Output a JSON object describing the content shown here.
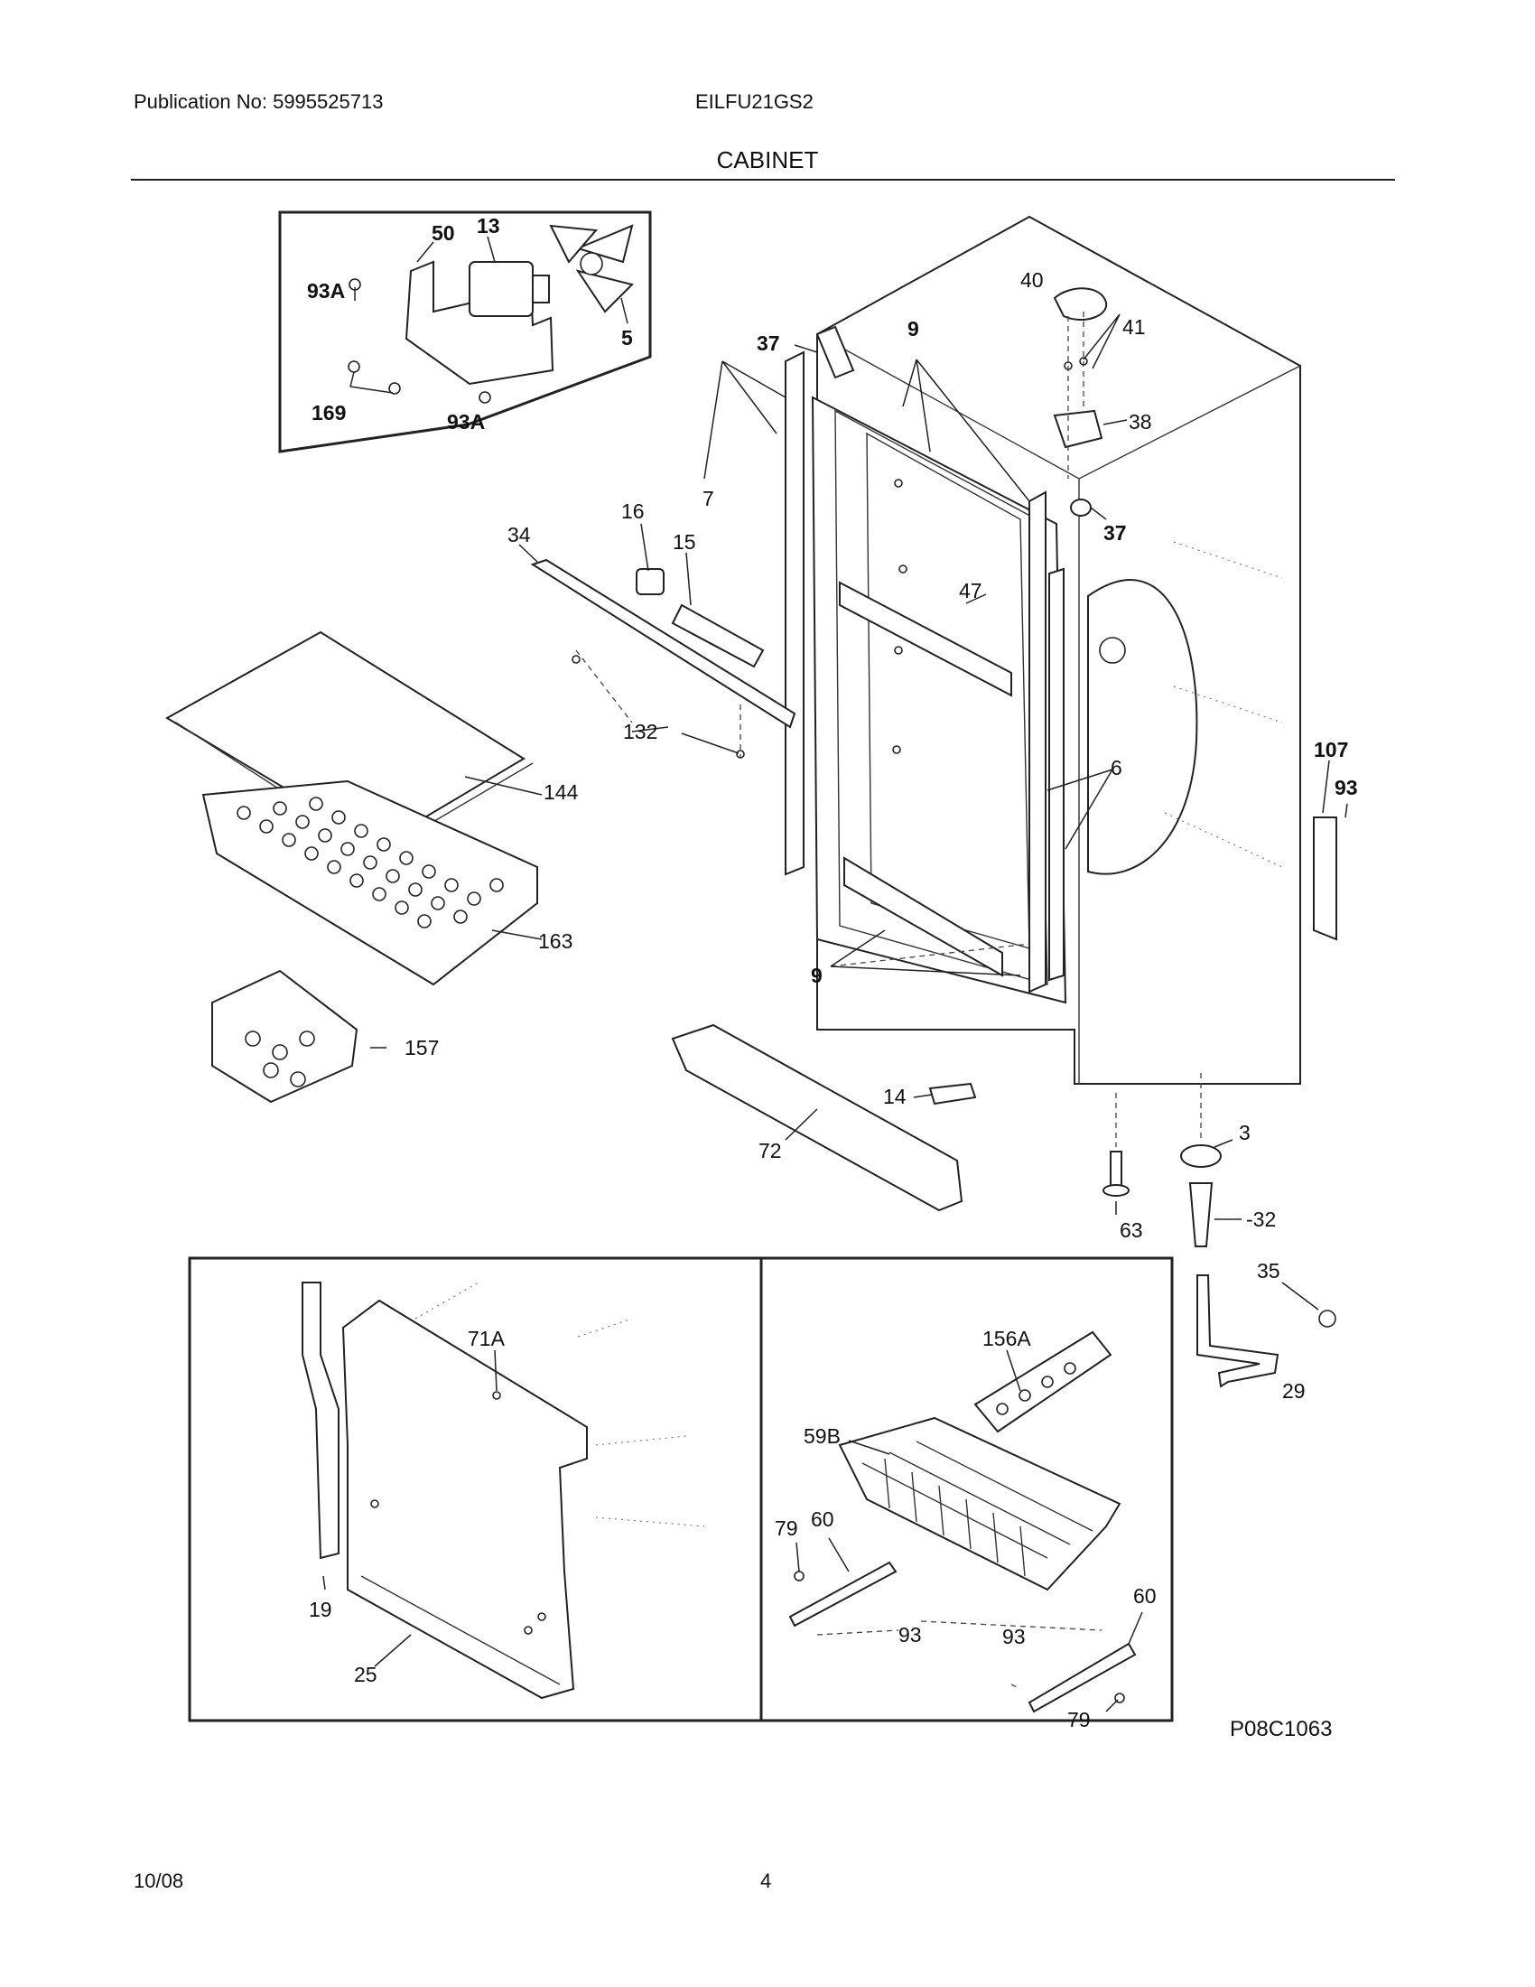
{
  "header": {
    "publication": "Publication No: 5995525713",
    "model": "EILFU21GS2",
    "section_title": "CABINET"
  },
  "footer": {
    "date": "10/08",
    "page_number": "4"
  },
  "diagram_code": "P08C1063",
  "callouts": {
    "c50": "50",
    "c13": "13",
    "c93A_top": "93A",
    "c5": "5",
    "c169": "169",
    "c93A_bottom": "93A",
    "c40": "40",
    "c41": "41",
    "c38": "38",
    "c37_top": "37",
    "c37_right": "37",
    "c9_top": "9",
    "c7": "7",
    "c34": "34",
    "c16": "16",
    "c15": "15",
    "c47": "47",
    "c132": "132",
    "c144": "144",
    "c163": "163",
    "c157": "157",
    "c6": "6",
    "c107": "107",
    "c93_right": "93",
    "c9_bottom": "9",
    "c14": "14",
    "c72": "72",
    "c3": "3",
    "c63": "63",
    "c32": "-32",
    "c35": "35",
    "c29": "29",
    "c71A": "71A",
    "c19": "19",
    "c25": "25",
    "c156A": "156A",
    "c59B": "59B",
    "c79_left": "79",
    "c60_left": "60",
    "c93_basket_left": "93",
    "c60_right": "60",
    "c93_basket_right": "93",
    "c79_right": "79"
  },
  "colors": {
    "line": "#222222",
    "background": "#ffffff"
  }
}
